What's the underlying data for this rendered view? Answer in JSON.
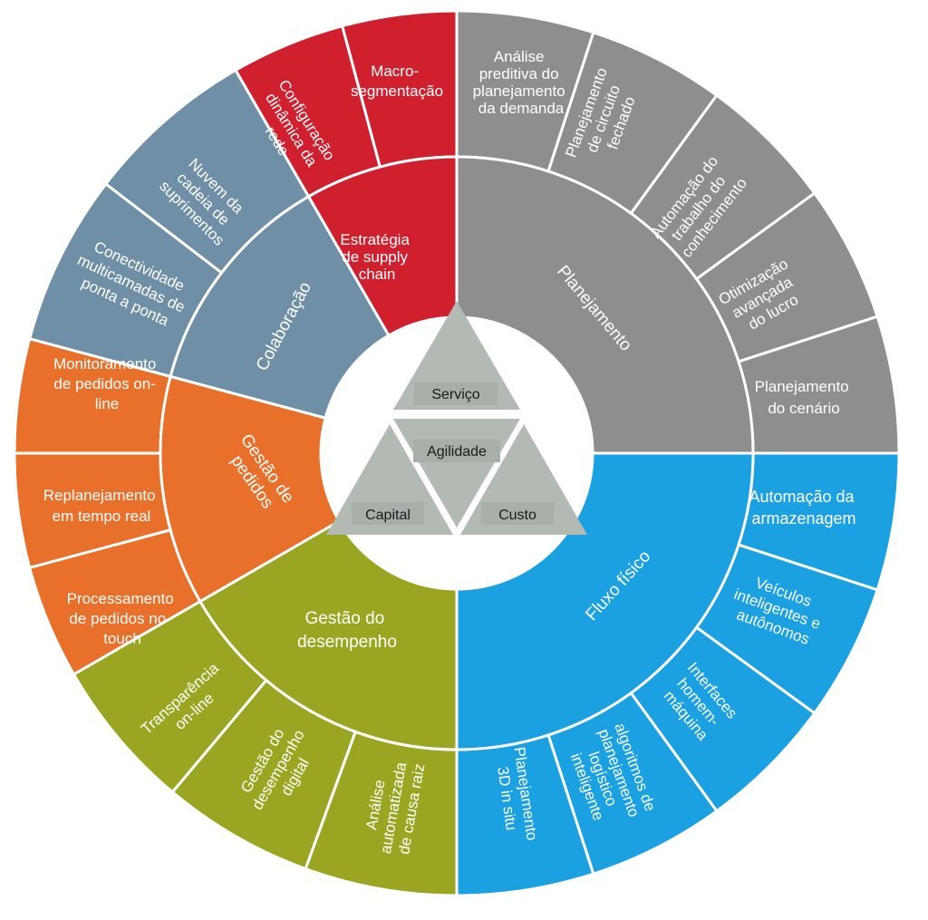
{
  "colors": {
    "planejamento": "#8e8e8e",
    "fluxo": "#1ba1e2",
    "desempenho": "#9aa622",
    "pedidos": "#e8702a",
    "colaboracao": "#6f8fa6",
    "estrategia": "#d0202e",
    "triangle": "#b3bab3",
    "triangle_label": "#a8afa8"
  },
  "center": {
    "top": "Serviço",
    "middle": "Agilidade",
    "left": "Capital",
    "right": "Custo"
  },
  "sectors": [
    {
      "key": "planejamento",
      "name": "Planejamento",
      "items": [
        "Análise preditiva do planejamento da demanda",
        "Planejamento de circuito fechado",
        "Automação do trabalho do conhecimento",
        "Otimização avançada do lucro",
        "Planejamento do cenário"
      ]
    },
    {
      "key": "fluxo",
      "name": "Fluxo físico",
      "items": [
        "Automação da armazenagem",
        "Veículos inteligentes e autônomos",
        "Interfaces homem-máquina",
        "algoritmos de planejamento logístico inteligente",
        "Planejamento 3D in situ"
      ]
    },
    {
      "key": "desempenho",
      "name": "Gestão do desempenho",
      "items": [
        "Análise automatizada de causa raiz",
        "Gestão do desempenho digital",
        "Transparência on-line"
      ]
    },
    {
      "key": "pedidos",
      "name": "Gestão de pedidos",
      "items": [
        "Processamento de pedidos no-touch",
        "Replanejamento em tempo real",
        "Monitoramento de pedidos on-line"
      ]
    },
    {
      "key": "colaboracao",
      "name": "Colaboração",
      "items": [
        "Conectividade multicamadas de ponta a ponta",
        "Nuvem da cadeia de suprimentos"
      ]
    },
    {
      "key": "estrategia",
      "name": "Estratégia de supply chain",
      "items": [
        "Configuração dinâmica da rede",
        "Macro-segmentação"
      ]
    }
  ]
}
